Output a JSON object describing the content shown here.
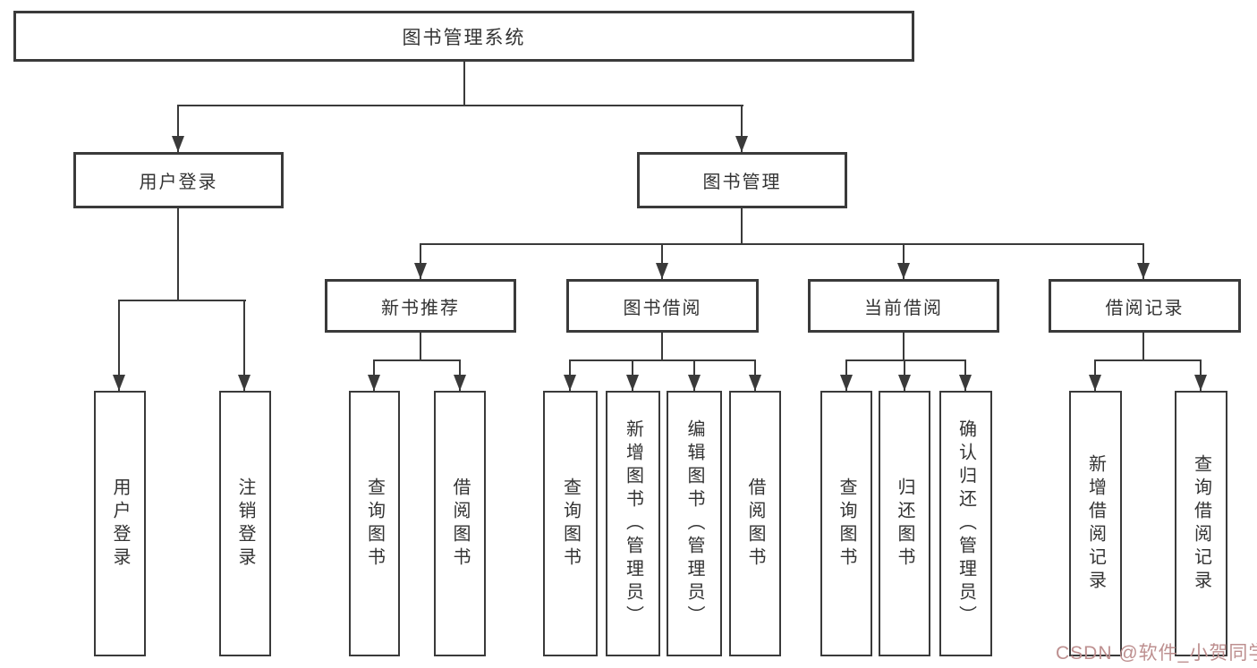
{
  "tree": {
    "root": {
      "label": "图书管理系统"
    },
    "children": [
      {
        "label": "用户登录",
        "children": [
          {
            "label": "用户登录"
          },
          {
            "label": "注销登录"
          }
        ]
      },
      {
        "label": "图书管理",
        "children": [
          {
            "label": "新书推荐",
            "children": [
              {
                "label": "查询图书"
              },
              {
                "label": "借阅图书"
              }
            ]
          },
          {
            "label": "图书借阅",
            "children": [
              {
                "label": "查询图书"
              },
              {
                "label": "新增图书（管理员）"
              },
              {
                "label": "编辑图书（管理员）"
              },
              {
                "label": "借阅图书"
              }
            ]
          },
          {
            "label": "当前借阅",
            "children": [
              {
                "label": "查询图书"
              },
              {
                "label": "归还图书"
              },
              {
                "label": "确认归还（管理员）"
              }
            ]
          },
          {
            "label": "借阅记录",
            "children": [
              {
                "label": "新增借阅记录"
              },
              {
                "label": "查询借阅记录"
              }
            ]
          }
        ]
      }
    ]
  },
  "watermark": {
    "text": "CSDN @软件_小贺同学",
    "color": "#bd8f8f"
  },
  "colors": {
    "line": "#3a3a3a",
    "text": "#333333",
    "background": "#ffffff"
  }
}
